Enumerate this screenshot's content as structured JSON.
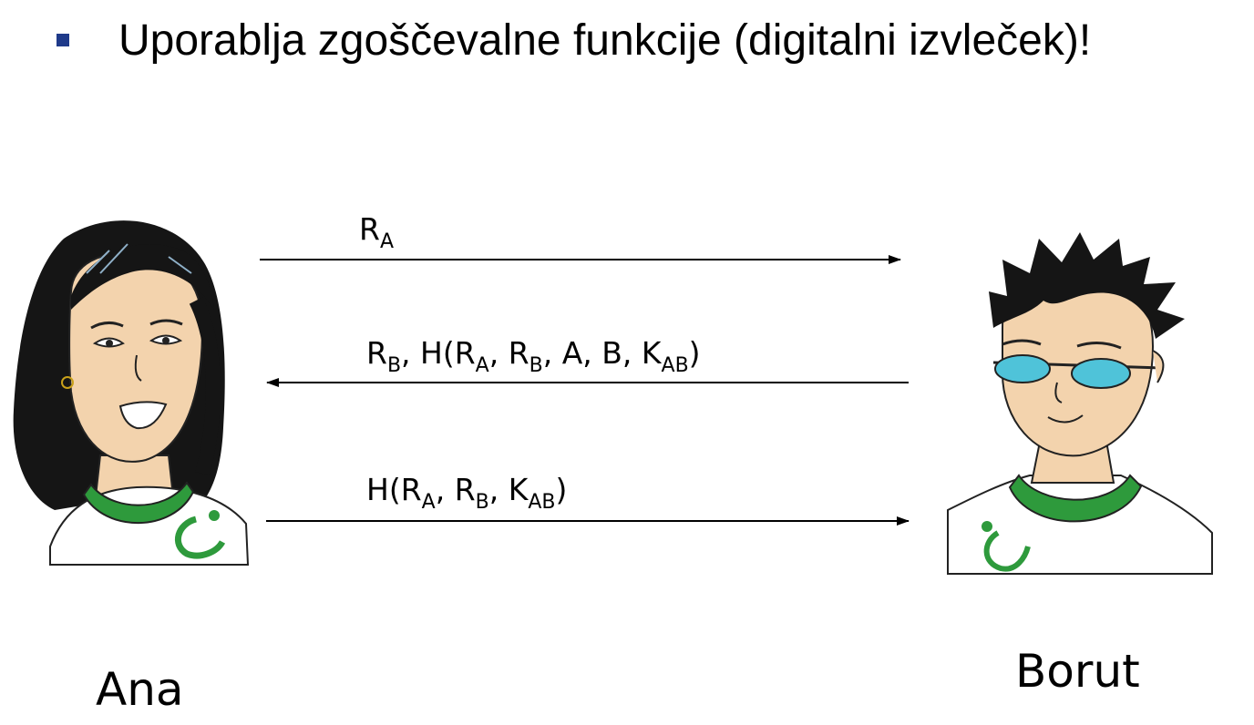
{
  "heading": "Uporablja zgoščevalne funkcije (digitalni izvleček)!",
  "actors": {
    "left": "Ana",
    "right": "Borut"
  },
  "messages": [
    {
      "direction": "right",
      "parts": [
        [
          "R",
          "A"
        ]
      ]
    },
    {
      "direction": "left",
      "parts": [
        [
          "R",
          "B"
        ],
        [
          ", H(",
          ""
        ],
        [
          "R",
          "A"
        ],
        [
          ", ",
          ""
        ],
        [
          "R",
          "B"
        ],
        [
          ", A, B, ",
          ""
        ],
        [
          "K",
          "AB"
        ],
        [
          ")",
          ""
        ]
      ]
    },
    {
      "direction": "right",
      "parts": [
        [
          "H(",
          ""
        ],
        [
          "R",
          "A"
        ],
        [
          ", ",
          ""
        ],
        [
          "R",
          "B"
        ],
        [
          ", ",
          ""
        ],
        [
          "K",
          "AB"
        ],
        [
          ")",
          ""
        ]
      ]
    }
  ],
  "colors": {
    "bullet": "#1f3a8a",
    "shirt_collar": "#2e9a3c",
    "skin": "#f3d3ad",
    "hair": "#151515",
    "glasses": "#4fc3d9"
  }
}
